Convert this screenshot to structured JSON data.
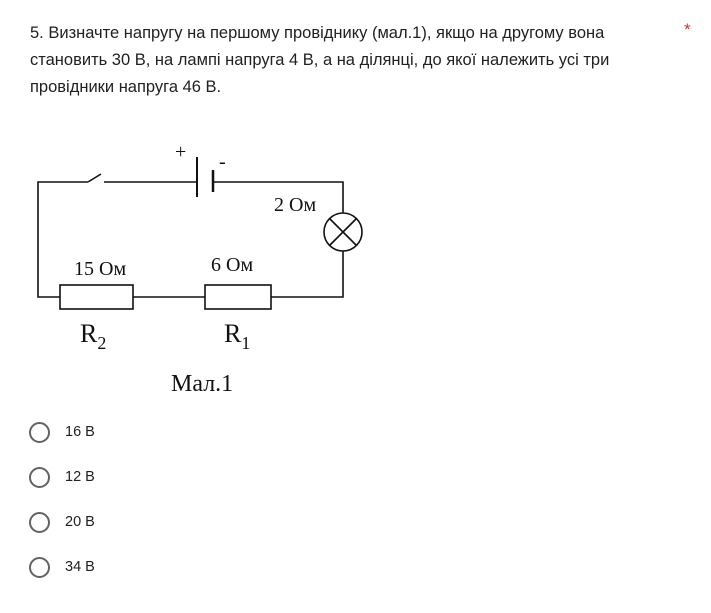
{
  "question": {
    "text": "5. Визначте напругу на першому провіднику (мал.1), якщо на другому вона становить 30 В, на лампі напруга 4 В, а на ділянці, до якої належить усі три провідники напруга 46 В.",
    "required_mark": "*"
  },
  "figure": {
    "plus": "+",
    "minus": "-",
    "lamp_label": "2 Ом",
    "r2_value": "15 Ом",
    "r1_value": "6 Ом",
    "r2_name": "R",
    "r2_sub": "2",
    "r1_name": "R",
    "r1_sub": "1",
    "caption": "Мал.1"
  },
  "options": [
    {
      "label": "16 В"
    },
    {
      "label": "12 В"
    },
    {
      "label": "20 В"
    },
    {
      "label": "34 В"
    }
  ]
}
